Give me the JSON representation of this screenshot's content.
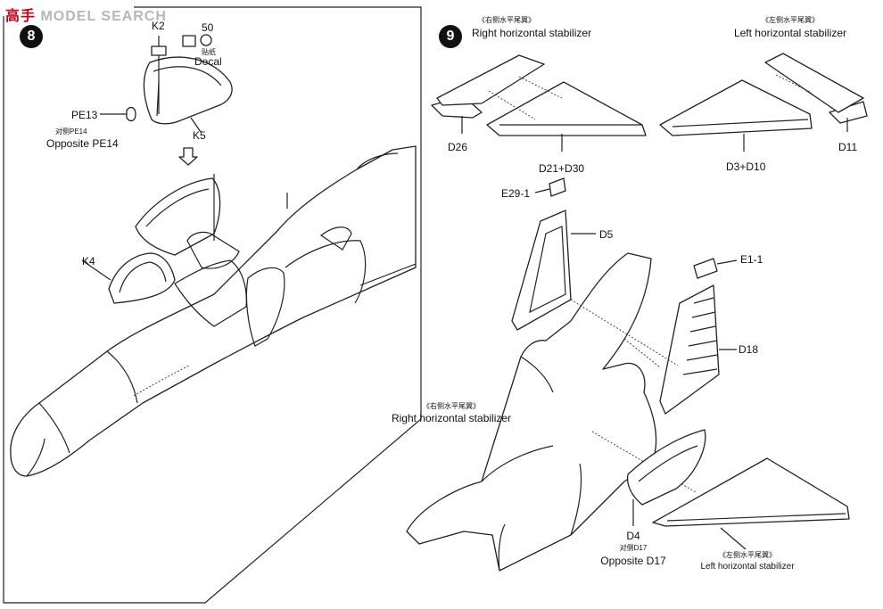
{
  "watermark": {
    "cn": "高手",
    "en": "MODEL SEARCH"
  },
  "step8": {
    "number": "8",
    "labels": {
      "k2": "K2",
      "decal_no": "50",
      "decal_cn": "贴纸",
      "decal_en": "Decal",
      "pe13": "PE13",
      "pe13_opp_cn": "对侧PE14",
      "pe13_opp_en": "Opposite PE14",
      "k5": "K5",
      "k4": "K4"
    }
  },
  "step9": {
    "number": "9",
    "labels": {
      "rhs_cn": "《右侧水平尾翼》",
      "rhs_en": "Right horizontal stabilizer",
      "lhs_cn": "《左侧水平尾翼》",
      "lhs_en": "Left horizontal stabilizer",
      "d26": "D26",
      "d21": "D21+D30",
      "d3": "D3+D10",
      "d11": "D11",
      "e29": "E29-1",
      "d5": "D5",
      "e1": "E1-1",
      "d18": "D18",
      "rhs2_cn": "《右侧水平尾翼》",
      "rhs2_en": "Right horizontal stabilizer",
      "d4": "D4",
      "d4_opp_cn": "对侧D17",
      "d4_opp_en": "Opposite D17",
      "lhs2_cn": "《左侧水平尾翼》",
      "lhs2_en": "Left horizontal stabilizer"
    }
  }
}
